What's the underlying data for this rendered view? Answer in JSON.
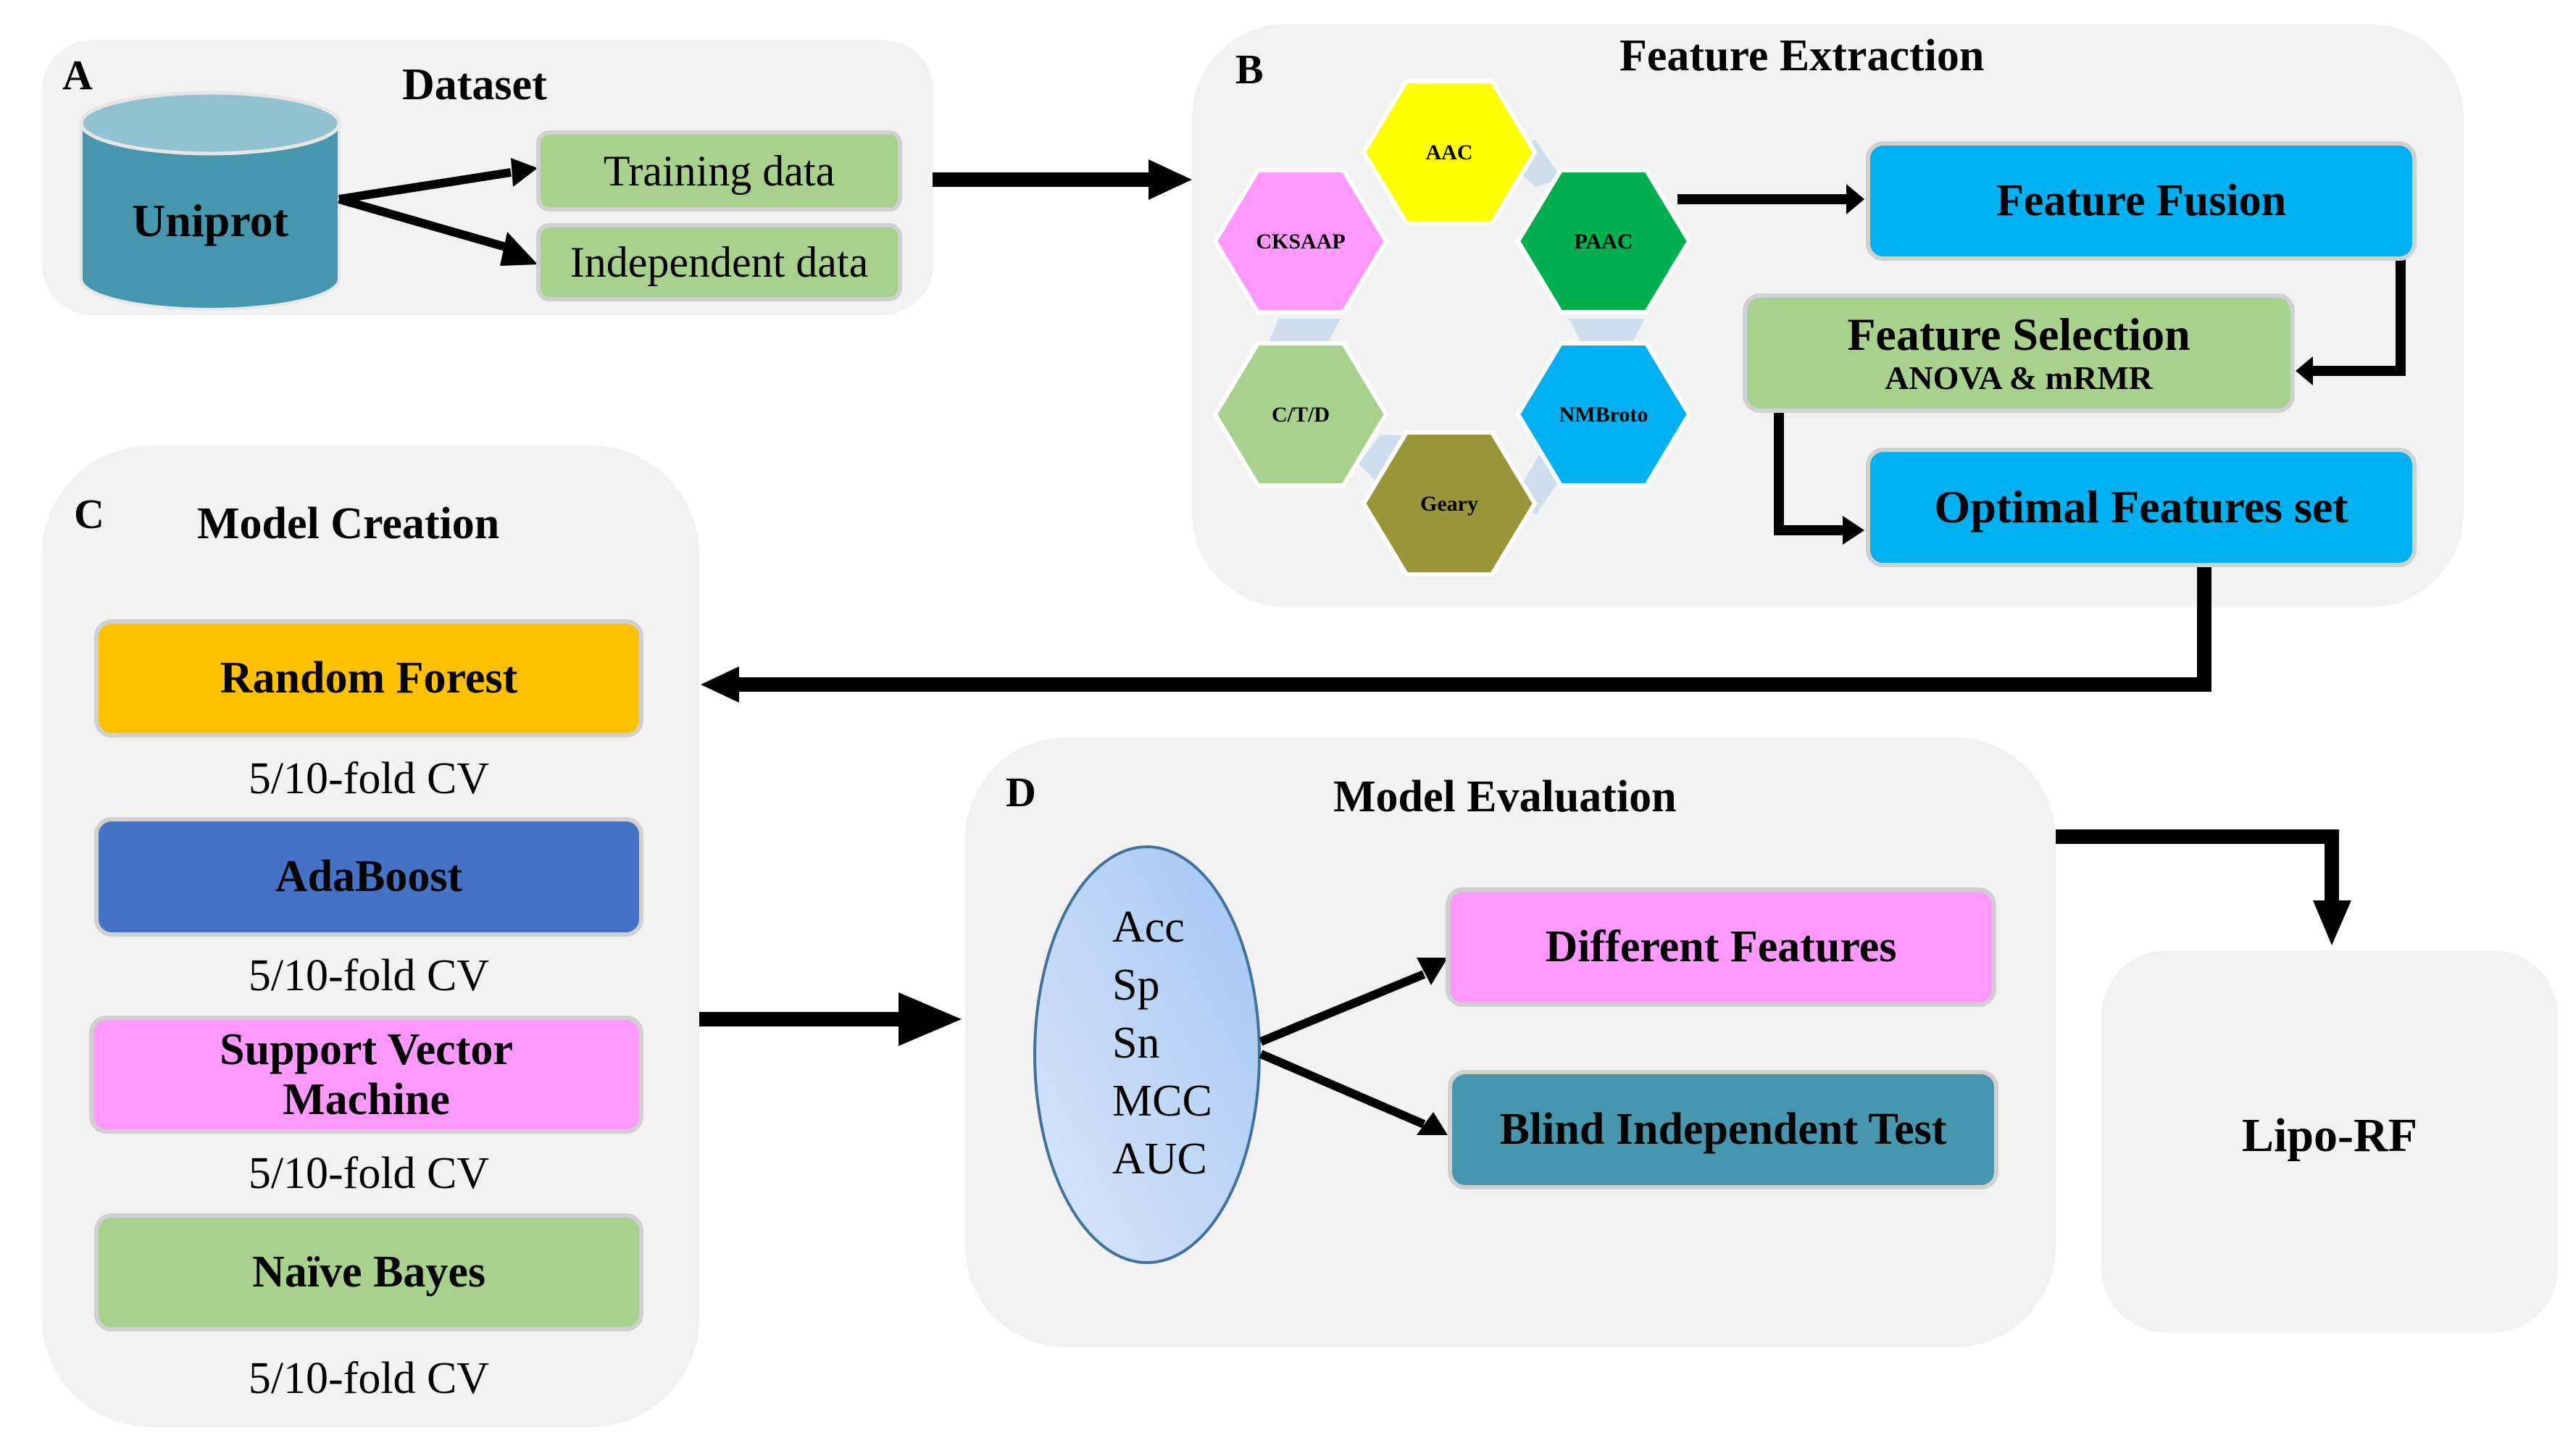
{
  "panels": {
    "a": {
      "letter": "A",
      "title": "Dataset",
      "source": "Uniprot",
      "outputs": [
        "Training data",
        "Independent data"
      ]
    },
    "b": {
      "letter": "B",
      "title": "Feature Extraction",
      "hexagons": [
        {
          "label": "AAC",
          "color": "#ffff00"
        },
        {
          "label": "PAAC",
          "color": "#00b050"
        },
        {
          "label": "NMBroto",
          "color": "#00b0f0"
        },
        {
          "label": "Geary",
          "color": "#99963a"
        },
        {
          "label": "C/T/D",
          "color": "#a9d18e"
        },
        {
          "label": "CKSAAP",
          "color": "#ff99ff"
        }
      ],
      "fusion": "Feature Fusion",
      "selection_title": "Feature Selection",
      "selection_methods": "ANOVA & mRMR",
      "optimal": "Optimal Features set"
    },
    "c": {
      "letter": "C",
      "title": "Model Creation",
      "models": [
        {
          "label": "Random Forest",
          "color": "#ffc000",
          "cv": "5/10-fold CV"
        },
        {
          "label": "AdaBoost",
          "color": "#4472c4",
          "cv": "5/10-fold CV"
        },
        {
          "label": "Support Vector Machine",
          "color": "#ff99ff",
          "cv": "5/10-fold CV"
        },
        {
          "label": "Naïve Bayes",
          "color": "#a9d18e",
          "cv": "5/10-fold CV"
        }
      ]
    },
    "d": {
      "letter": "D",
      "title": "Model Evaluation",
      "metrics": [
        "Acc",
        "Sp",
        "Sn",
        "MCC",
        "AUC"
      ],
      "outputs": [
        {
          "label": "Different Features",
          "color": "#ff99ff"
        },
        {
          "label": "Blind Independent Test",
          "color": "#4697ad"
        }
      ]
    },
    "final": {
      "label": "Lipo-RF"
    }
  }
}
